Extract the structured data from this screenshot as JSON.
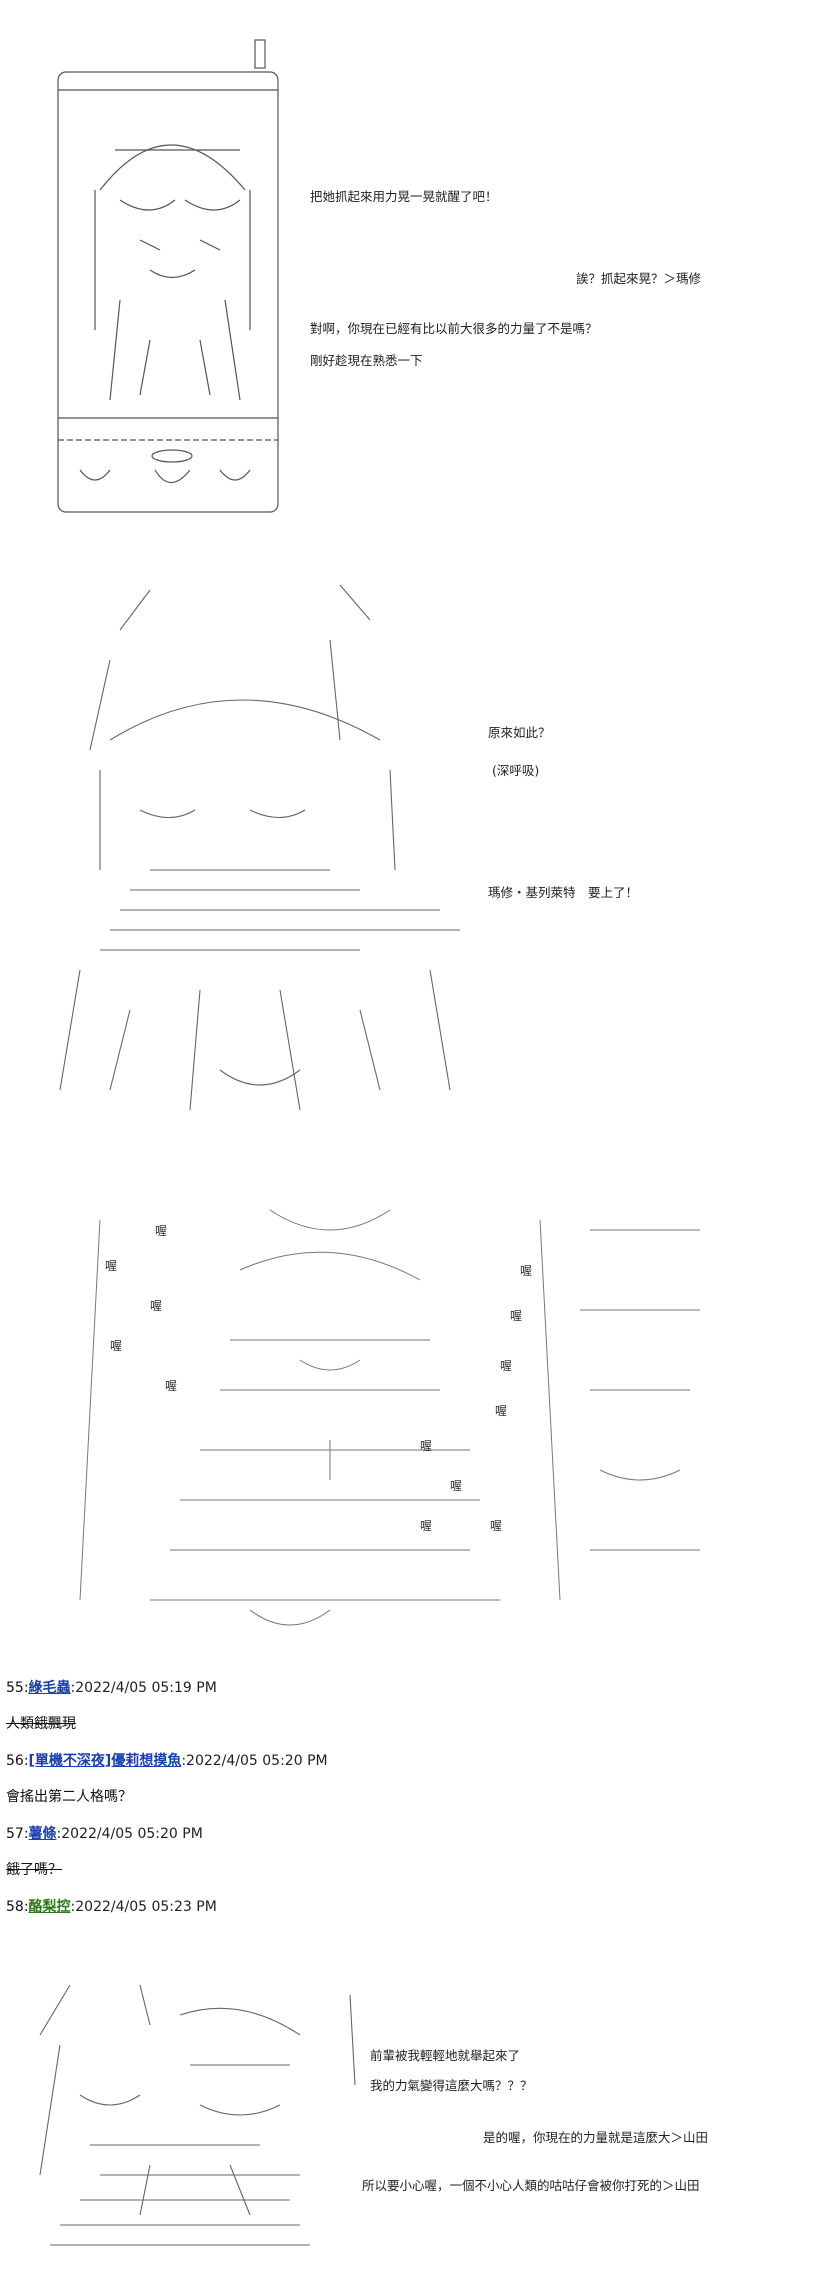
{
  "panel1": {
    "lines": [
      "把她抓起來用力晃一晃就醒了吧！",
      "誒？抓起來晃？＞瑪修",
      "對啊，你現在已經有比以前大很多的力量了不是嗎？",
      "剛好趁現在熟悉一下"
    ]
  },
  "panel2": {
    "lines": [
      "原來如此？",
      "(深呼吸)",
      "瑪修・基列萊特　要上了！"
    ]
  },
  "panel3": {
    "sfx": "喔"
  },
  "thread": {
    "posts": [
      {
        "num": "55:",
        "author": "綠毛蟲",
        "date": ":2022/4/05 05:19 PM",
        "text": "人類餓飄現"
      },
      {
        "num": "56:",
        "author": "[單機不深夜]優莉想摸魚",
        "date": ":2022/4/05 05:20 PM",
        "text": "會搖出第二人格嗎？"
      },
      {
        "num": "57:",
        "author": "薯條",
        "date": ":2022/4/05 05:20 PM",
        "text": "餓了嗎？"
      },
      {
        "num": "58:",
        "author": "酪梨控",
        "date": ":2022/4/05 05:23 PM",
        "text": ""
      }
    ]
  },
  "panel4": {
    "lines": [
      "前輩被我輕輕地就舉起來了",
      "我的力氣變得這麼大嗎？？？",
      "是的喔，你現在的力量就是這麼大＞山田",
      "所以要小心喔，一個不小心人類的咕咕仔會被你打死的＞山田"
    ]
  }
}
